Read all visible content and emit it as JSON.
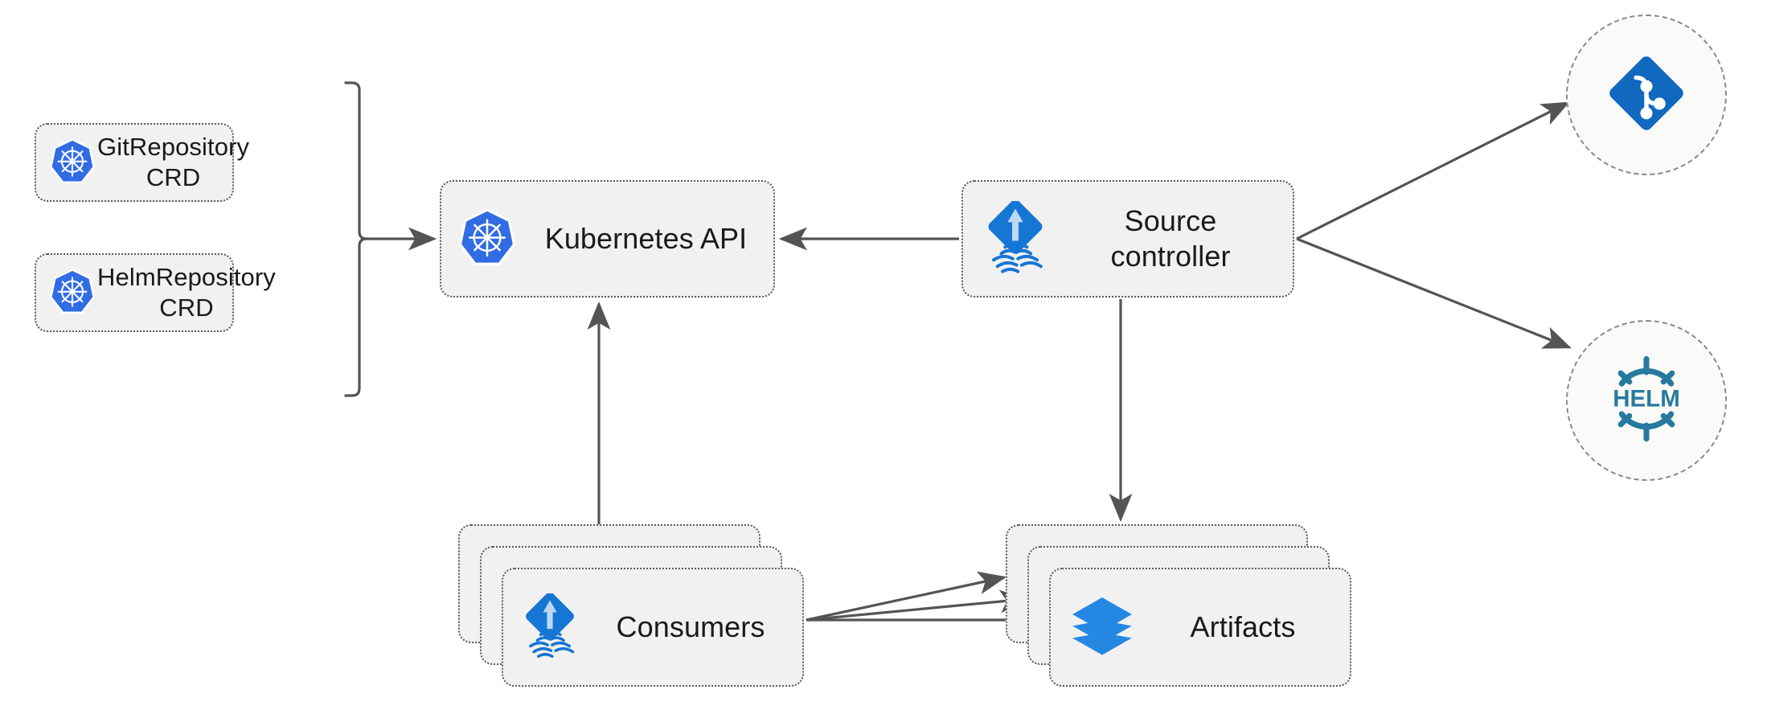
{
  "diagram": {
    "title": "Flux source-controller architecture",
    "background": "#ffffff",
    "node_fill": "#f1f1f1",
    "node_border": "#5a5a5a",
    "circle_border": "#8a8a8a",
    "arrow_color": "#545454",
    "brand": {
      "kubernetes_blue": "#326CE5",
      "flux_blue": "#1676d4",
      "flux_arrow_blue": "#bcd9f2",
      "git_blue": "#1068bf",
      "helm_blue": "#277A9F",
      "artifact_blue": "#2488e3"
    }
  },
  "nodes": {
    "git_repository_crd": {
      "label": "GitRepository\nCRD",
      "icon": "kubernetes-icon"
    },
    "helm_repository_crd": {
      "label": "HelmRepository\nCRD",
      "icon": "kubernetes-icon"
    },
    "kubernetes_api": {
      "label": "Kubernetes API",
      "icon": "kubernetes-icon"
    },
    "source_controller": {
      "label": "Source\ncontroller",
      "icon": "flux-icon"
    },
    "consumers": {
      "label": "Consumers",
      "icon": "flux-icon",
      "stack_count": 3
    },
    "artifacts": {
      "label": "Artifacts",
      "icon": "layers-icon",
      "stack_count": 3
    },
    "git_provider": {
      "label": "",
      "icon": "git-icon"
    },
    "helm_provider": {
      "label": "HELM",
      "icon": "helm-icon"
    }
  },
  "edges": [
    {
      "name": "crds-to-kubernetes-api",
      "from": "crd-bracket",
      "to": "kubernetes_api",
      "style": "bracket-arrow"
    },
    {
      "name": "source-controller-to-kubernetes-api",
      "from": "source_controller",
      "to": "kubernetes_api",
      "style": "arrow"
    },
    {
      "name": "consumers-to-kubernetes-api",
      "from": "consumers",
      "to": "kubernetes_api",
      "style": "arrow"
    },
    {
      "name": "source-controller-to-artifacts",
      "from": "source_controller",
      "to": "artifacts",
      "style": "arrow"
    },
    {
      "name": "source-controller-to-git",
      "from": "source_controller",
      "to": "git_provider",
      "style": "arrow"
    },
    {
      "name": "source-controller-to-helm",
      "from": "source_controller",
      "to": "helm_provider",
      "style": "arrow"
    },
    {
      "name": "consumers-to-artifacts-1",
      "from": "consumers",
      "to": "artifacts",
      "style": "arrow"
    },
    {
      "name": "consumers-to-artifacts-2",
      "from": "consumers",
      "to": "artifacts",
      "style": "arrow"
    },
    {
      "name": "consumers-to-artifacts-3",
      "from": "consumers",
      "to": "artifacts",
      "style": "arrow"
    }
  ]
}
